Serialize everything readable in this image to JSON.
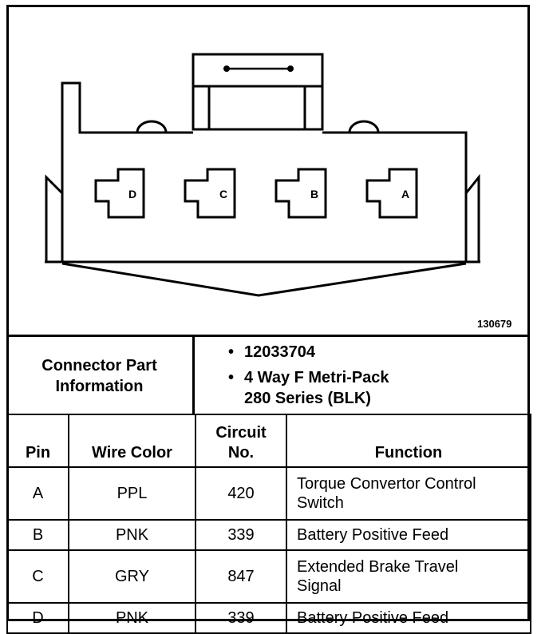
{
  "figure_number": "130679",
  "connector": {
    "pin_labels": [
      "D",
      "C",
      "B",
      "A"
    ]
  },
  "part_info": {
    "label_line1": "Connector Part",
    "label_line2": "Information",
    "bullet": "•",
    "part_number": "12033704",
    "description_line1": "4 Way F Metri-Pack",
    "description_line2": "280 Series (BLK)"
  },
  "table": {
    "headers": {
      "pin": "Pin",
      "wire_color": "Wire Color",
      "circuit_line1": "Circuit",
      "circuit_line2": "No.",
      "function": "Function"
    },
    "rows": [
      {
        "pin": "A",
        "wire_color": "PPL",
        "circuit": "420",
        "function_line1": "Torque Convertor Control",
        "function_line2": "Switch"
      },
      {
        "pin": "B",
        "wire_color": "PNK",
        "circuit": "339",
        "function_line1": "Battery Positive Feed",
        "function_line2": ""
      },
      {
        "pin": "C",
        "wire_color": "GRY",
        "circuit": "847",
        "function_line1": "Extended Brake Travel",
        "function_line2": "Signal"
      },
      {
        "pin": "D",
        "wire_color": "PNK",
        "circuit": "339",
        "function_line1": "Battery Positive Feed",
        "function_line2": ""
      }
    ]
  }
}
